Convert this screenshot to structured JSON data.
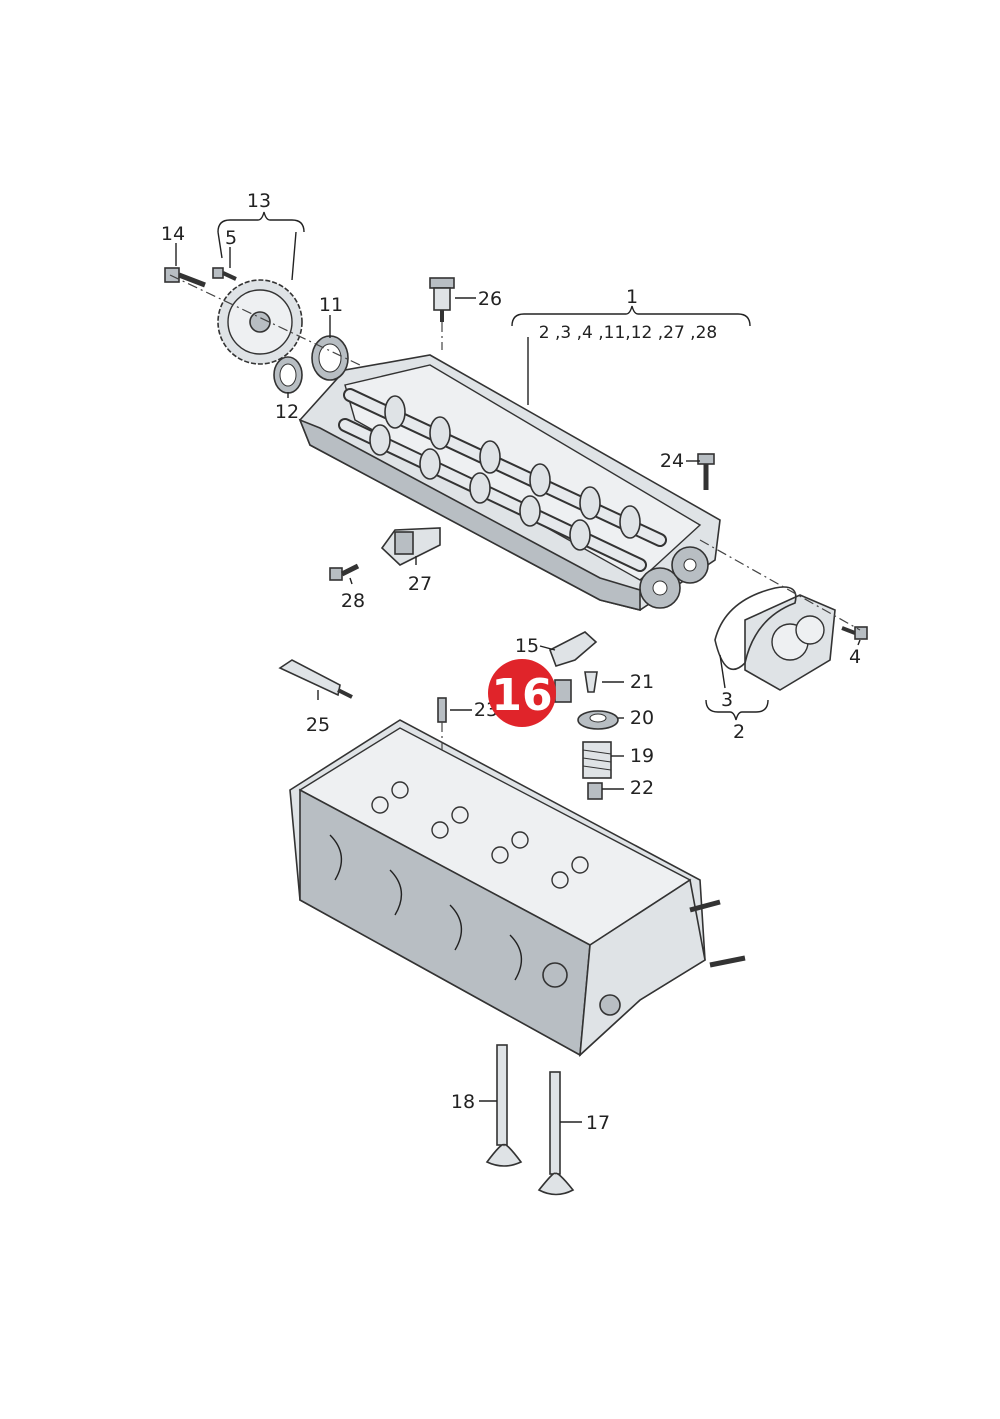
{
  "diagram": {
    "labels": {
      "l1": "1",
      "l1_group": "2 ,3 ,4 ,11,12 ,27 ,28",
      "l2": "2",
      "l3": "3",
      "l4": "4",
      "l5": "5",
      "l11": "11",
      "l12": "12",
      "l13": "13",
      "l14": "14",
      "l15": "15",
      "l17": "17",
      "l18": "18",
      "l19": "19",
      "l20": "20",
      "l21": "21",
      "l22": "22",
      "l23": "23",
      "l24": "24",
      "l25": "25",
      "l26": "26",
      "l27": "27",
      "l28": "28"
    },
    "highlight": {
      "number": "16",
      "color": "#e0242a"
    }
  }
}
